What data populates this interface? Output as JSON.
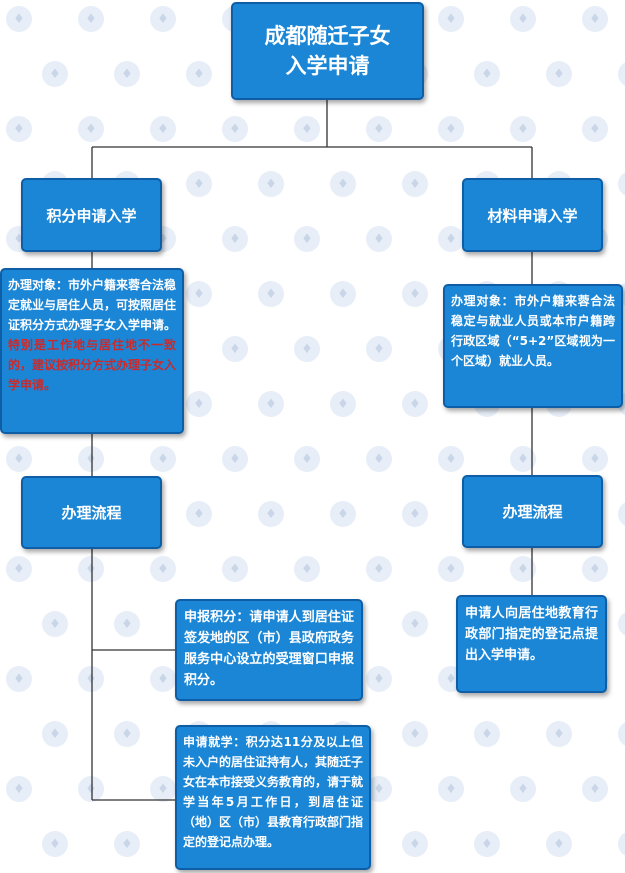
{
  "watermark": {
    "glyph": "♦",
    "color": "#e7eef8"
  },
  "colors": {
    "box_fill": "#1b86d6",
    "box_border": "#0d5ea6",
    "line": "#333333",
    "highlight": "#cc2a2a"
  },
  "root": {
    "title_line1": "成都随迁子女",
    "title_line2": "入学申请"
  },
  "left": {
    "heading": "积分申请入学",
    "target": {
      "text": "办理对象：市外户籍来蓉合法稳定就业与居住人员，可按照居住证积分方式办理子女入学申请。",
      "highlight": "特别是工作地与居住地不一致的，建议按积分方式办理子女入学申请。"
    },
    "process_heading": "办理流程",
    "step1": "申报积分：请申请人到居住证签发地的区（市）县政府政务服务中心设立的受理窗口申报积分。",
    "step2": "申请就学：积分达11分及以上但未入户的居住证持有人，其随迁子女在本市接受义务教育的，请于就学当年5月工作日，到居住证（地）区（市）县教育行政部门指定的登记点办理。"
  },
  "right": {
    "heading": "材料申请入学",
    "target": "办理对象：市外户籍来蓉合法稳定与就业人员或本市户籍跨行政区域（“5+2”区域视为一个区域）就业人员。",
    "process_heading": "办理流程",
    "step1": "申请人向居住地教育行政部门指定的登记点提出入学申请。"
  }
}
